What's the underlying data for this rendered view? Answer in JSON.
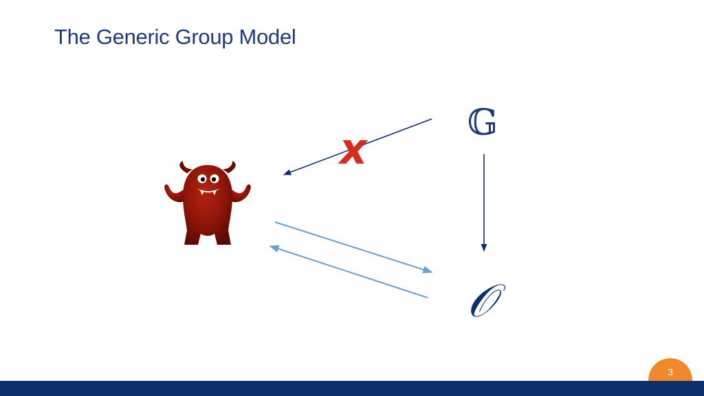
{
  "slide": {
    "title": "The Generic Group Model",
    "page_number": "3"
  },
  "diagram": {
    "group_symbol": "𝔾",
    "oracle_symbol": "𝒪",
    "blocked_mark": "x",
    "adversary_icon": "devil-monster-icon"
  },
  "colors": {
    "title": "#1f3a7a",
    "arrow_dark": "#0d2f6b",
    "arrow_light": "#6a9fd3",
    "cross": "#d42c1e",
    "monster": "#8a1408",
    "footer": "#0d2f6b",
    "badge": "#ef8a2a"
  }
}
